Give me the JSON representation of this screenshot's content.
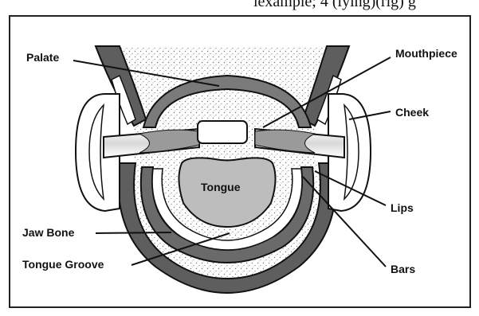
{
  "header_fragment": "lexample; 4 (lying)(rig) g",
  "labels": {
    "palate": "Palate",
    "mouthpiece": "Mouthpiece",
    "cheek": "Cheek",
    "tongue": "Tongue",
    "lips": "Lips",
    "jaw_bone": "Jaw Bone",
    "tongue_groove": "Tongue Groove",
    "bars": "Bars"
  },
  "colors": {
    "outline": "#111111",
    "tissue_dark": "#5e5e5e",
    "tissue_mid": "#9a9a9a",
    "tongue_fill": "#bdbdbd",
    "bit_light": "#e8e8e8",
    "stipple": "#777777",
    "frame": "#222222",
    "background": "#ffffff"
  }
}
